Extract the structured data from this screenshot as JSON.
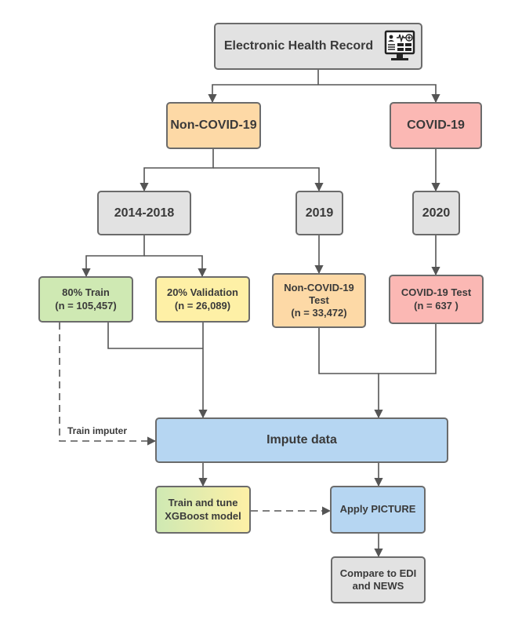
{
  "nodes": {
    "ehr": {
      "label": "Electronic Health Record",
      "icon": "monitor-health-record-icon"
    },
    "non_covid": {
      "label": "Non-COVID-19"
    },
    "covid": {
      "label": "COVID-19"
    },
    "y2014_2018": {
      "label": "2014-2018"
    },
    "y2019": {
      "label": "2019"
    },
    "y2020": {
      "label": "2020"
    },
    "train": {
      "line1": "80% Train",
      "line2": "(n = 105,457)"
    },
    "validation": {
      "line1": "20% Validation",
      "line2": "(n = 26,089)"
    },
    "non_covid_test": {
      "line1": "Non-COVID-19",
      "line2": "Test",
      "line3": "(n = 33,472)"
    },
    "covid_test": {
      "line1": "COVID-19 Test",
      "line2": "(n = 637 )"
    },
    "impute": {
      "label": "Impute data"
    },
    "train_tune": {
      "line1": "Train and tune",
      "line2": "XGBoost model"
    },
    "apply": {
      "label": "Apply PICTURE"
    },
    "compare": {
      "line1": "Compare to EDI",
      "line2": "and NEWS"
    }
  },
  "edge_labels": {
    "train_imputer": "Train imputer"
  },
  "colors": {
    "gray": "#e2e2e2",
    "orange": "#fdd9a6",
    "red": "#fbb8b4",
    "green": "#cfe9b3",
    "yellow": "#fef0a6",
    "blue": "#b6d6f2",
    "border": "#6b6b6b",
    "arrow": "#555555"
  }
}
